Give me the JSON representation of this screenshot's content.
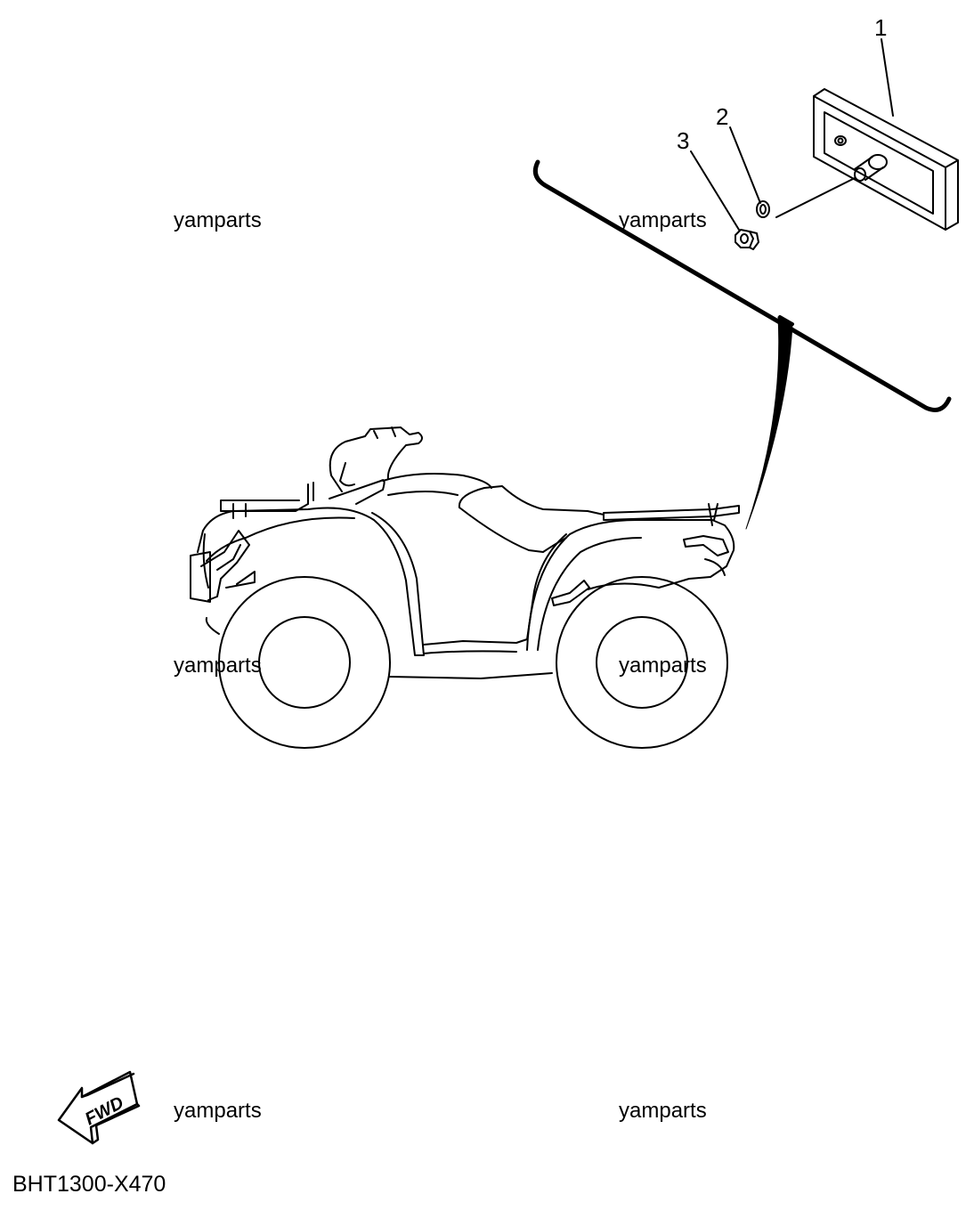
{
  "callouts": [
    "1",
    "2",
    "3"
  ],
  "watermark": "yamparts",
  "fwd_label": "FWD",
  "diagram_code": "BHT1300-X470"
}
